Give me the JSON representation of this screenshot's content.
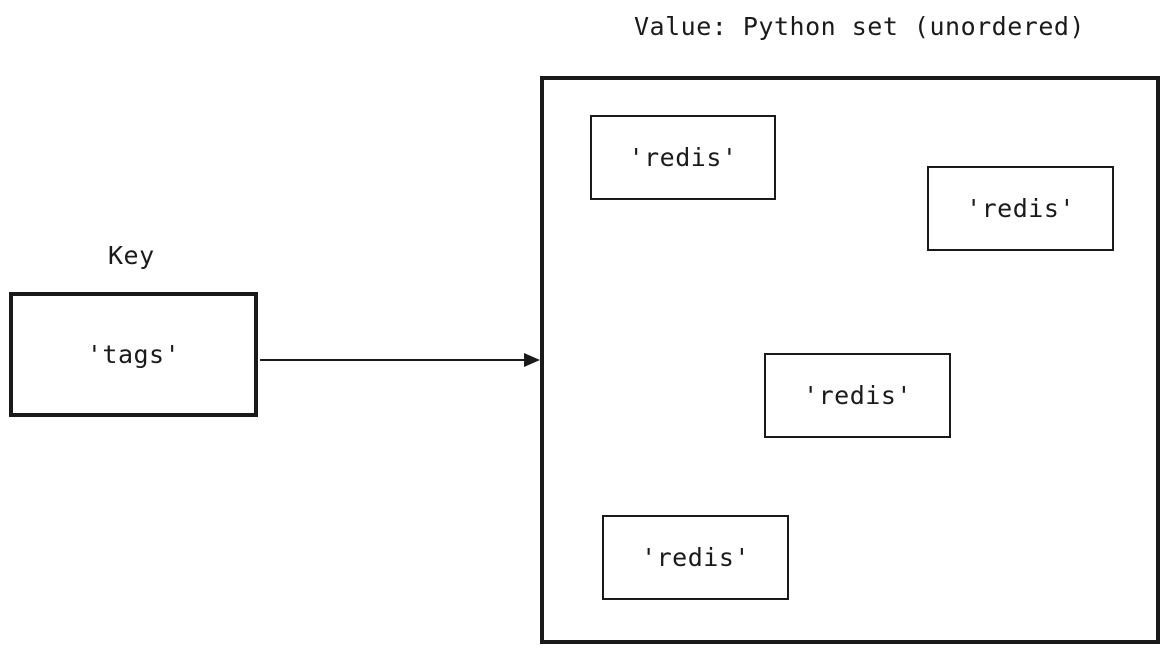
{
  "key": {
    "heading": "Key",
    "name": "'tags'"
  },
  "value": {
    "heading": "Value: Python set (unordered)",
    "elements": [
      "'redis'",
      "'redis'",
      "'redis'",
      "'redis'"
    ]
  },
  "colors": {
    "stroke": "#1a1a1a",
    "background": "#ffffff"
  }
}
